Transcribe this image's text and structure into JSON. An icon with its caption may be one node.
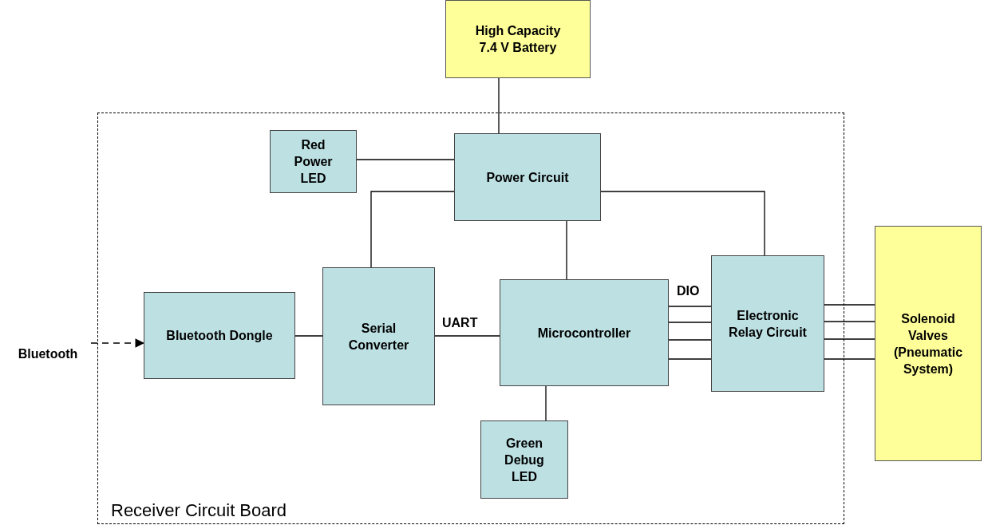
{
  "diagram": {
    "nodes": [
      {
        "text": [
          "High Capacity 7.4 V Battery"
        ]
      },
      {
        "text": [
          "Receiver Circuit Board"
        ]
      },
      {
        "text": [
          "Red Power LED"
        ],
        "in": 1
      },
      {
        "text": [
          "Power Circuit"
        ],
        "in": 1
      },
      {
        "text": [
          "Bluetooth"
        ]
      },
      {
        "text": [
          "Bluetooth Dongle"
        ],
        "in": 1
      },
      {
        "text": [
          "Serial Converter"
        ],
        "in": 1
      },
      {
        "text": [
          "Microcontroller"
        ],
        "in": 1
      },
      {
        "text": [
          "Electronic Relay Circuit"
        ],
        "in": 1
      },
      {
        "text": [
          "Solenoid Valves (Pneumatic System)"
        ]
      },
      {
        "text": [
          "Green Debug LED"
        ],
        "in": 1
      }
    ],
    "edges": [
      {
        "from": 0,
        "to": 3,
        "arrow": "none"
      },
      {
        "from": 2,
        "to": 3,
        "arrow": "none"
      },
      {
        "from": 3,
        "to": 6,
        "arrow": "none"
      },
      {
        "from": 3,
        "to": 7,
        "arrow": "none"
      },
      {
        "from": 3,
        "to": 8,
        "arrow": "none"
      },
      {
        "from": 4,
        "to": 5,
        "arrow": "to",
        "style": "dashed"
      },
      {
        "from": 5,
        "to": 6,
        "arrow": "none"
      },
      {
        "from": 6,
        "to": 7,
        "arrow": "none",
        "label": "UART"
      },
      {
        "from": 7,
        "to": 8,
        "arrow": "none",
        "label": "DIO"
      },
      {
        "from": 7,
        "to": 8,
        "arrow": "none"
      },
      {
        "from": 7,
        "to": 8,
        "arrow": "none"
      },
      {
        "from": 7,
        "to": 8,
        "arrow": "none"
      },
      {
        "from": 8,
        "to": 9,
        "arrow": "none"
      },
      {
        "from": 8,
        "to": 9,
        "arrow": "none"
      },
      {
        "from": 8,
        "to": 9,
        "arrow": "none"
      },
      {
        "from": 8,
        "to": 9,
        "arrow": "none"
      },
      {
        "from": 7,
        "to": 10,
        "arrow": "none"
      }
    ]
  }
}
